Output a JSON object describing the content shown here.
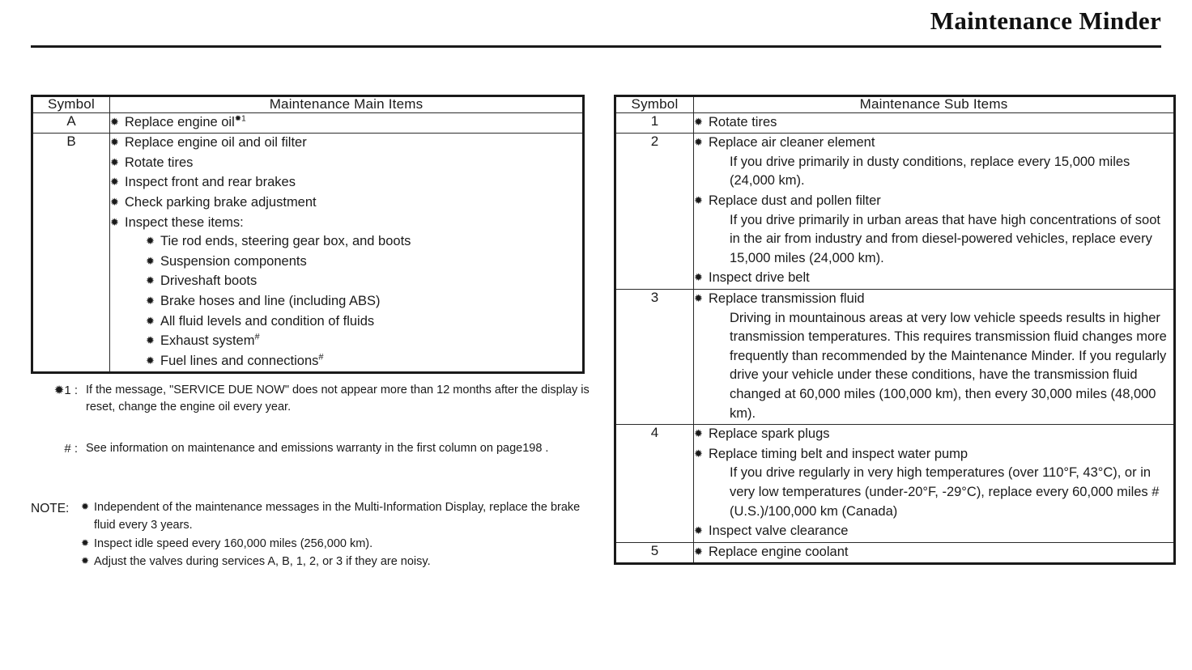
{
  "header": {
    "title": "Maintenance Minder"
  },
  "bullet_glyph": "✹",
  "main_table": {
    "headers": {
      "symbol": "Symbol",
      "items": "Maintenance Main Items"
    },
    "rows": [
      {
        "symbol": "A",
        "items": [
          {
            "text": "Replace engine oil",
            "sup": "✹1"
          }
        ]
      },
      {
        "symbol": "B",
        "items": [
          {
            "text": "Replace engine oil and oil filter"
          },
          {
            "text": "Rotate tires"
          },
          {
            "text": "Inspect front and rear brakes"
          },
          {
            "text": "Check parking brake adjustment"
          },
          {
            "text": "Inspect these items:",
            "subitems": [
              {
                "text": "Tie rod ends, steering gear box, and boots"
              },
              {
                "text": "Suspension components"
              },
              {
                "text": "Driveshaft boots"
              },
              {
                "text": "Brake hoses and line (including ABS)"
              },
              {
                "text": "All fluid levels and condition of fluids"
              },
              {
                "text": "Exhaust system",
                "sup": "#"
              },
              {
                "text": "Fuel lines and connections",
                "sup": "#"
              }
            ]
          }
        ]
      }
    ]
  },
  "sub_table": {
    "headers": {
      "symbol": "Symbol",
      "items": "Maintenance Sub Items"
    },
    "rows": [
      {
        "symbol": "1",
        "items": [
          {
            "text": "Rotate tires"
          }
        ]
      },
      {
        "symbol": "2",
        "items": [
          {
            "text": "Replace air cleaner element",
            "note": "If you drive primarily in dusty conditions, replace every 15,000 miles (24,000 km)."
          },
          {
            "text": "Replace dust and pollen filter",
            "note": "If you drive primarily in urban areas that have high concentrations of soot in the air from industry and from diesel-powered vehicles, replace every 15,000 miles (24,000 km)."
          },
          {
            "text": "Inspect drive belt"
          }
        ]
      },
      {
        "symbol": "3",
        "items": [
          {
            "text": "Replace transmission fluid",
            "note": "Driving in mountainous areas at very low vehicle speeds results in higher transmission temperatures. This requires transmission fluid changes more frequently than recommended by the Maintenance Minder. If you regularly drive your vehicle under these conditions, have the transmission fluid changed at 60,000 miles (100,000 km), then every 30,000 miles (48,000 km)."
          }
        ]
      },
      {
        "symbol": "4",
        "items": [
          {
            "text": "Replace spark plugs"
          },
          {
            "text": "Replace timing belt and inspect water pump",
            "note": "If you drive regularly in very high temperatures (over 110°F, 43°C), or in very low temperatures (under-20°F, -29°C), replace every 60,000 miles # (U.S.)/100,000 km (Canada)"
          },
          {
            "text": "Inspect valve clearance"
          }
        ]
      },
      {
        "symbol": "5",
        "items": [
          {
            "text": "Replace engine coolant"
          }
        ]
      }
    ]
  },
  "footnotes": [
    {
      "mark": "✹1 :",
      "text": "If the message, \"SERVICE DUE NOW\" does not appear more than 12 months after the display is reset, change the engine oil every year."
    },
    {
      "mark": "# :",
      "text": "See information on maintenance and emissions warranty in the first column on page198 ."
    }
  ],
  "note": {
    "label": "NOTE:",
    "items": [
      "Independent of the maintenance messages in the Multi-Information Display, replace the brake fluid every 3 years.",
      "Inspect idle speed every 160,000 miles (256,000 km).",
      "Adjust the valves during services A, B, 1, 2, or 3 if they are noisy."
    ]
  }
}
